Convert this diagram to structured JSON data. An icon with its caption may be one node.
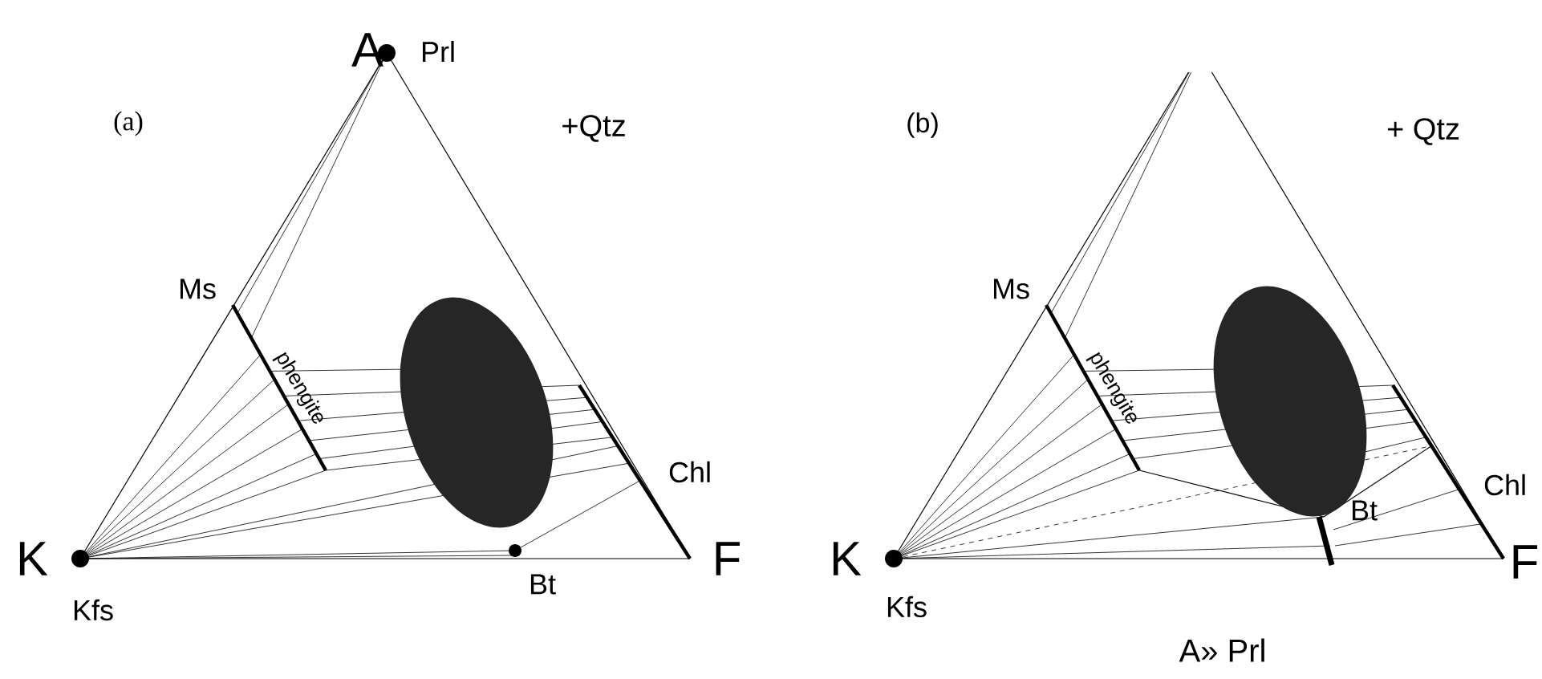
{
  "diagram": {
    "labels": [
      "A",
      "Prl",
      "(a)",
      "+Qtz",
      "(b)",
      "+ Qtz",
      "Ms",
      "Ms",
      "phengite",
      "phengite",
      "Chl",
      "Chl",
      "Bt",
      "K",
      "F",
      "K",
      "F",
      "Kfs",
      "Bt",
      "Kfs",
      "A» Prl"
    ]
  }
}
